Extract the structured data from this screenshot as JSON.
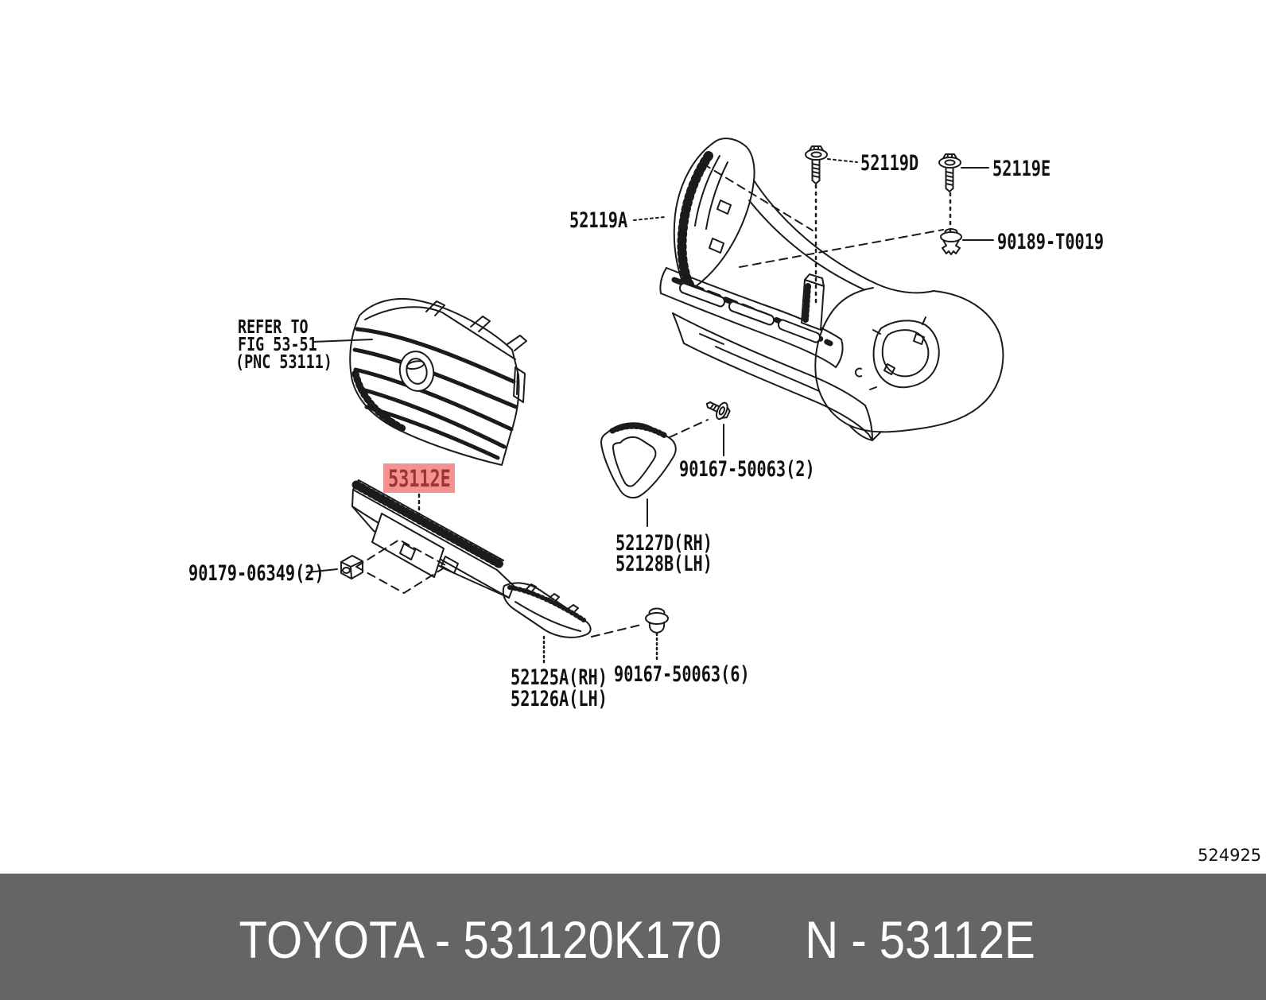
{
  "figure": {
    "code": "524925",
    "note": {
      "line1": "REFER TO",
      "line2": "FIG 53-51",
      "line3": "(PNC 53111)"
    },
    "callouts": {
      "bolt_52119d": "52119D",
      "bolt_52119e": "52119E",
      "clip_90189": "90189-T0019",
      "bumper_cover": "52119A",
      "selected_part": "53112E",
      "nut_90179": "90179-06349(2)",
      "bolt_90167_x2": "90167-50063(2)",
      "fog_cover_rh": "52127D(RH)",
      "fog_cover_lh": "52128B(LH)",
      "molding_rh": "52125A(RH)",
      "molding_lh": "52126A(LH)",
      "grommet_90167_x6": "90167-50063(6)"
    },
    "colors": {
      "highlight_bg": "#f49191",
      "highlight_text": "#9c3433",
      "line": "#1b1b1b"
    }
  },
  "footer": {
    "background": "#656565",
    "left_text": "TOYOTA - 531120K170",
    "right_text": "N - 53112E"
  }
}
